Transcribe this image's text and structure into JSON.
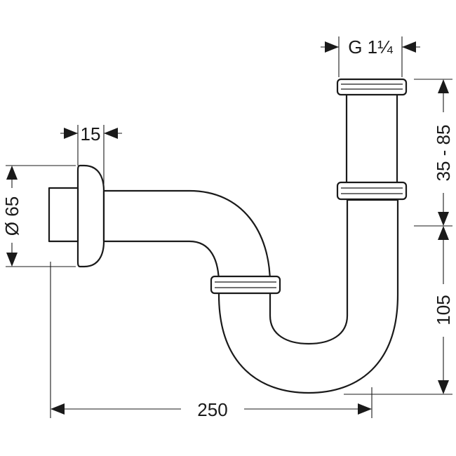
{
  "drawing": {
    "dimensions": {
      "thread": "G 1¼",
      "flange_thickness": "15",
      "diameter": "Ø 65",
      "height_adjust": "35 - 85",
      "trap_depth": "105",
      "length": "250"
    }
  }
}
